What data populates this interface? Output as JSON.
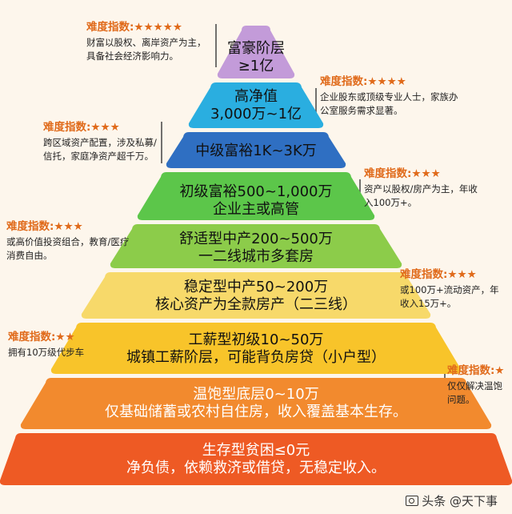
{
  "tiers": [
    {
      "line1": "富豪阶层",
      "line2": "≥1亿",
      "color": "#c39bd9",
      "text_color": "dark"
    },
    {
      "line1": "高净值",
      "line2": "3,000万~1亿",
      "color": "#2aaee0",
      "text_color": "dark"
    },
    {
      "line1": "中级富裕1K~3K万",
      "line2": "",
      "color": "#2f6fc2",
      "text_color": "dark"
    },
    {
      "line1": "初级富裕500~1,000万",
      "line2": "企业主或高管",
      "color": "#5cc64a",
      "text_color": "dark"
    },
    {
      "line1": "舒适型中产200~500万",
      "line2": "一二线城市多套房",
      "color": "#8ccc4a",
      "text_color": "dark"
    },
    {
      "line1": "稳定型中产50~200万",
      "line2": "核心资产为全款房产（二三线）",
      "color": "#f7d96a",
      "text_color": "dark"
    },
    {
      "line1": "工薪型初级10~50万",
      "line2": "城镇工薪阶层，可能背负房贷（小户型）",
      "color": "#f8c42a",
      "text_color": "dark"
    },
    {
      "line1": "温饱型底层0~10万",
      "line2": "仅基础储蓄或农村自住房，收入覆盖基本生存。",
      "color": "#f28a2e",
      "text_color": "white"
    },
    {
      "line1": "生存型贫困≤0元",
      "line2": "净负债，依赖救济或借贷，无稳定收入。",
      "color": "#ee5a24",
      "text_color": "white"
    }
  ],
  "notes": [
    {
      "label": "难度指数:",
      "stars": "★★★★★",
      "text": "财富以股权、离岸资产为主，具备社会经济影响力。"
    },
    {
      "label": "难度指数:",
      "stars": "★★★★",
      "text": "企业股东或顶级专业人士，家族办公室服务需求显著。"
    },
    {
      "label": "难度指数:",
      "stars": "★★★",
      "text": "跨区域资产配置，涉及私募/信托，家庭净资产超千万。"
    },
    {
      "label": "难度指数:",
      "stars": "★★★",
      "text": "资产以股权/房产为主，年收入100万+。"
    },
    {
      "label": "难度指数:",
      "stars": "★★★",
      "text": "或高价值投资组合，教育/医疗消费自由。"
    },
    {
      "label": "难度指数:",
      "stars": "★★★",
      "text": "或100万+流动资产，年收入15万+。"
    },
    {
      "label": "难度指数:",
      "stars": "★★",
      "text": "拥有10万级代步车"
    },
    {
      "label": "难度指数:",
      "stars": "★",
      "text": "仅仅解决温饱问题。"
    }
  ],
  "watermark": {
    "text": "头条 @天下事",
    "icon": "camera-icon"
  }
}
